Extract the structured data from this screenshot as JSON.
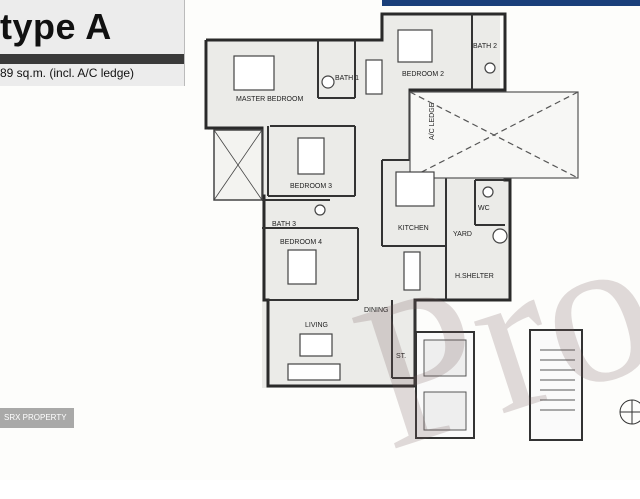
{
  "header": {
    "title": "type A",
    "area": "89 sq.m. (incl. A/C ledge)"
  },
  "rooms": {
    "master_bedroom": "MASTER BEDROOM",
    "bath1": "BATH 1",
    "bedroom2": "BEDROOM 2",
    "bath2": "BATH 2",
    "ac_ledge": "A/C LEDGE",
    "bedroom3": "BEDROOM 3",
    "bath3": "BATH 3",
    "kitchen": "KITCHEN",
    "wc": "WC",
    "yard": "YARD",
    "household_shelter": "H.SHELTER",
    "bedroom4": "BEDROOM 4",
    "dining": "DINING",
    "living": "LIVING",
    "store": "ST."
  },
  "watermark": {
    "badge": "SRX PROPERTY",
    "text": "Pro"
  },
  "colors": {
    "wall": "#2a2a2a",
    "floor": "#e9e9e6",
    "topbar": "#1a3f7a"
  }
}
